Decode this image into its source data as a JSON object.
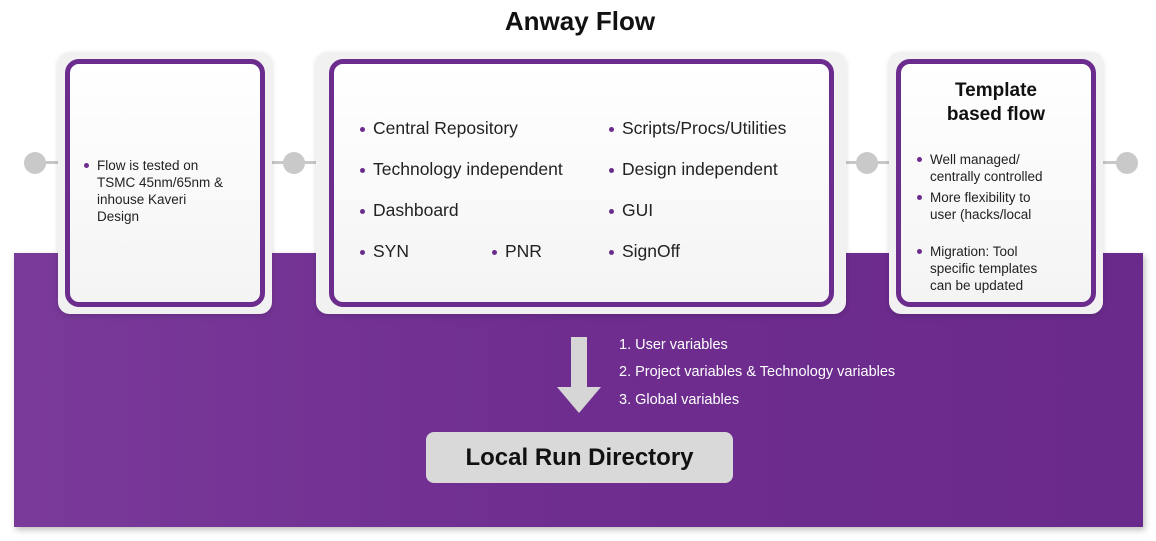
{
  "title": "Anway Flow",
  "left_card": {
    "bullets": [
      "Flow is tested on\nTSMC 45nm/65nm &\ninhouse Kaveri\nDesign"
    ]
  },
  "center_card": {
    "items": [
      "Central Repository",
      "Scripts/Procs/Utilities",
      "Technology independent",
      "Design independent",
      "Dashboard",
      "GUI",
      "SYN",
      "PNR",
      "SignOff"
    ]
  },
  "right_card": {
    "title": "Template\nbased flow",
    "bullets": [
      "Well managed/\ncentrally controlled",
      "More flexibility to\nuser (hacks/local",
      "Migration: Tool\nspecific templates\ncan be updated"
    ]
  },
  "variables": [
    "1. User variables",
    "2. Project variables & Technology variables",
    "3. Global variables"
  ],
  "local_run": "Local Run Directory",
  "colors": {
    "accent": "#6c2c8e",
    "band": "#7a3a9a",
    "connector": "#c8c8c8",
    "local_box": "#d9d9d9"
  }
}
